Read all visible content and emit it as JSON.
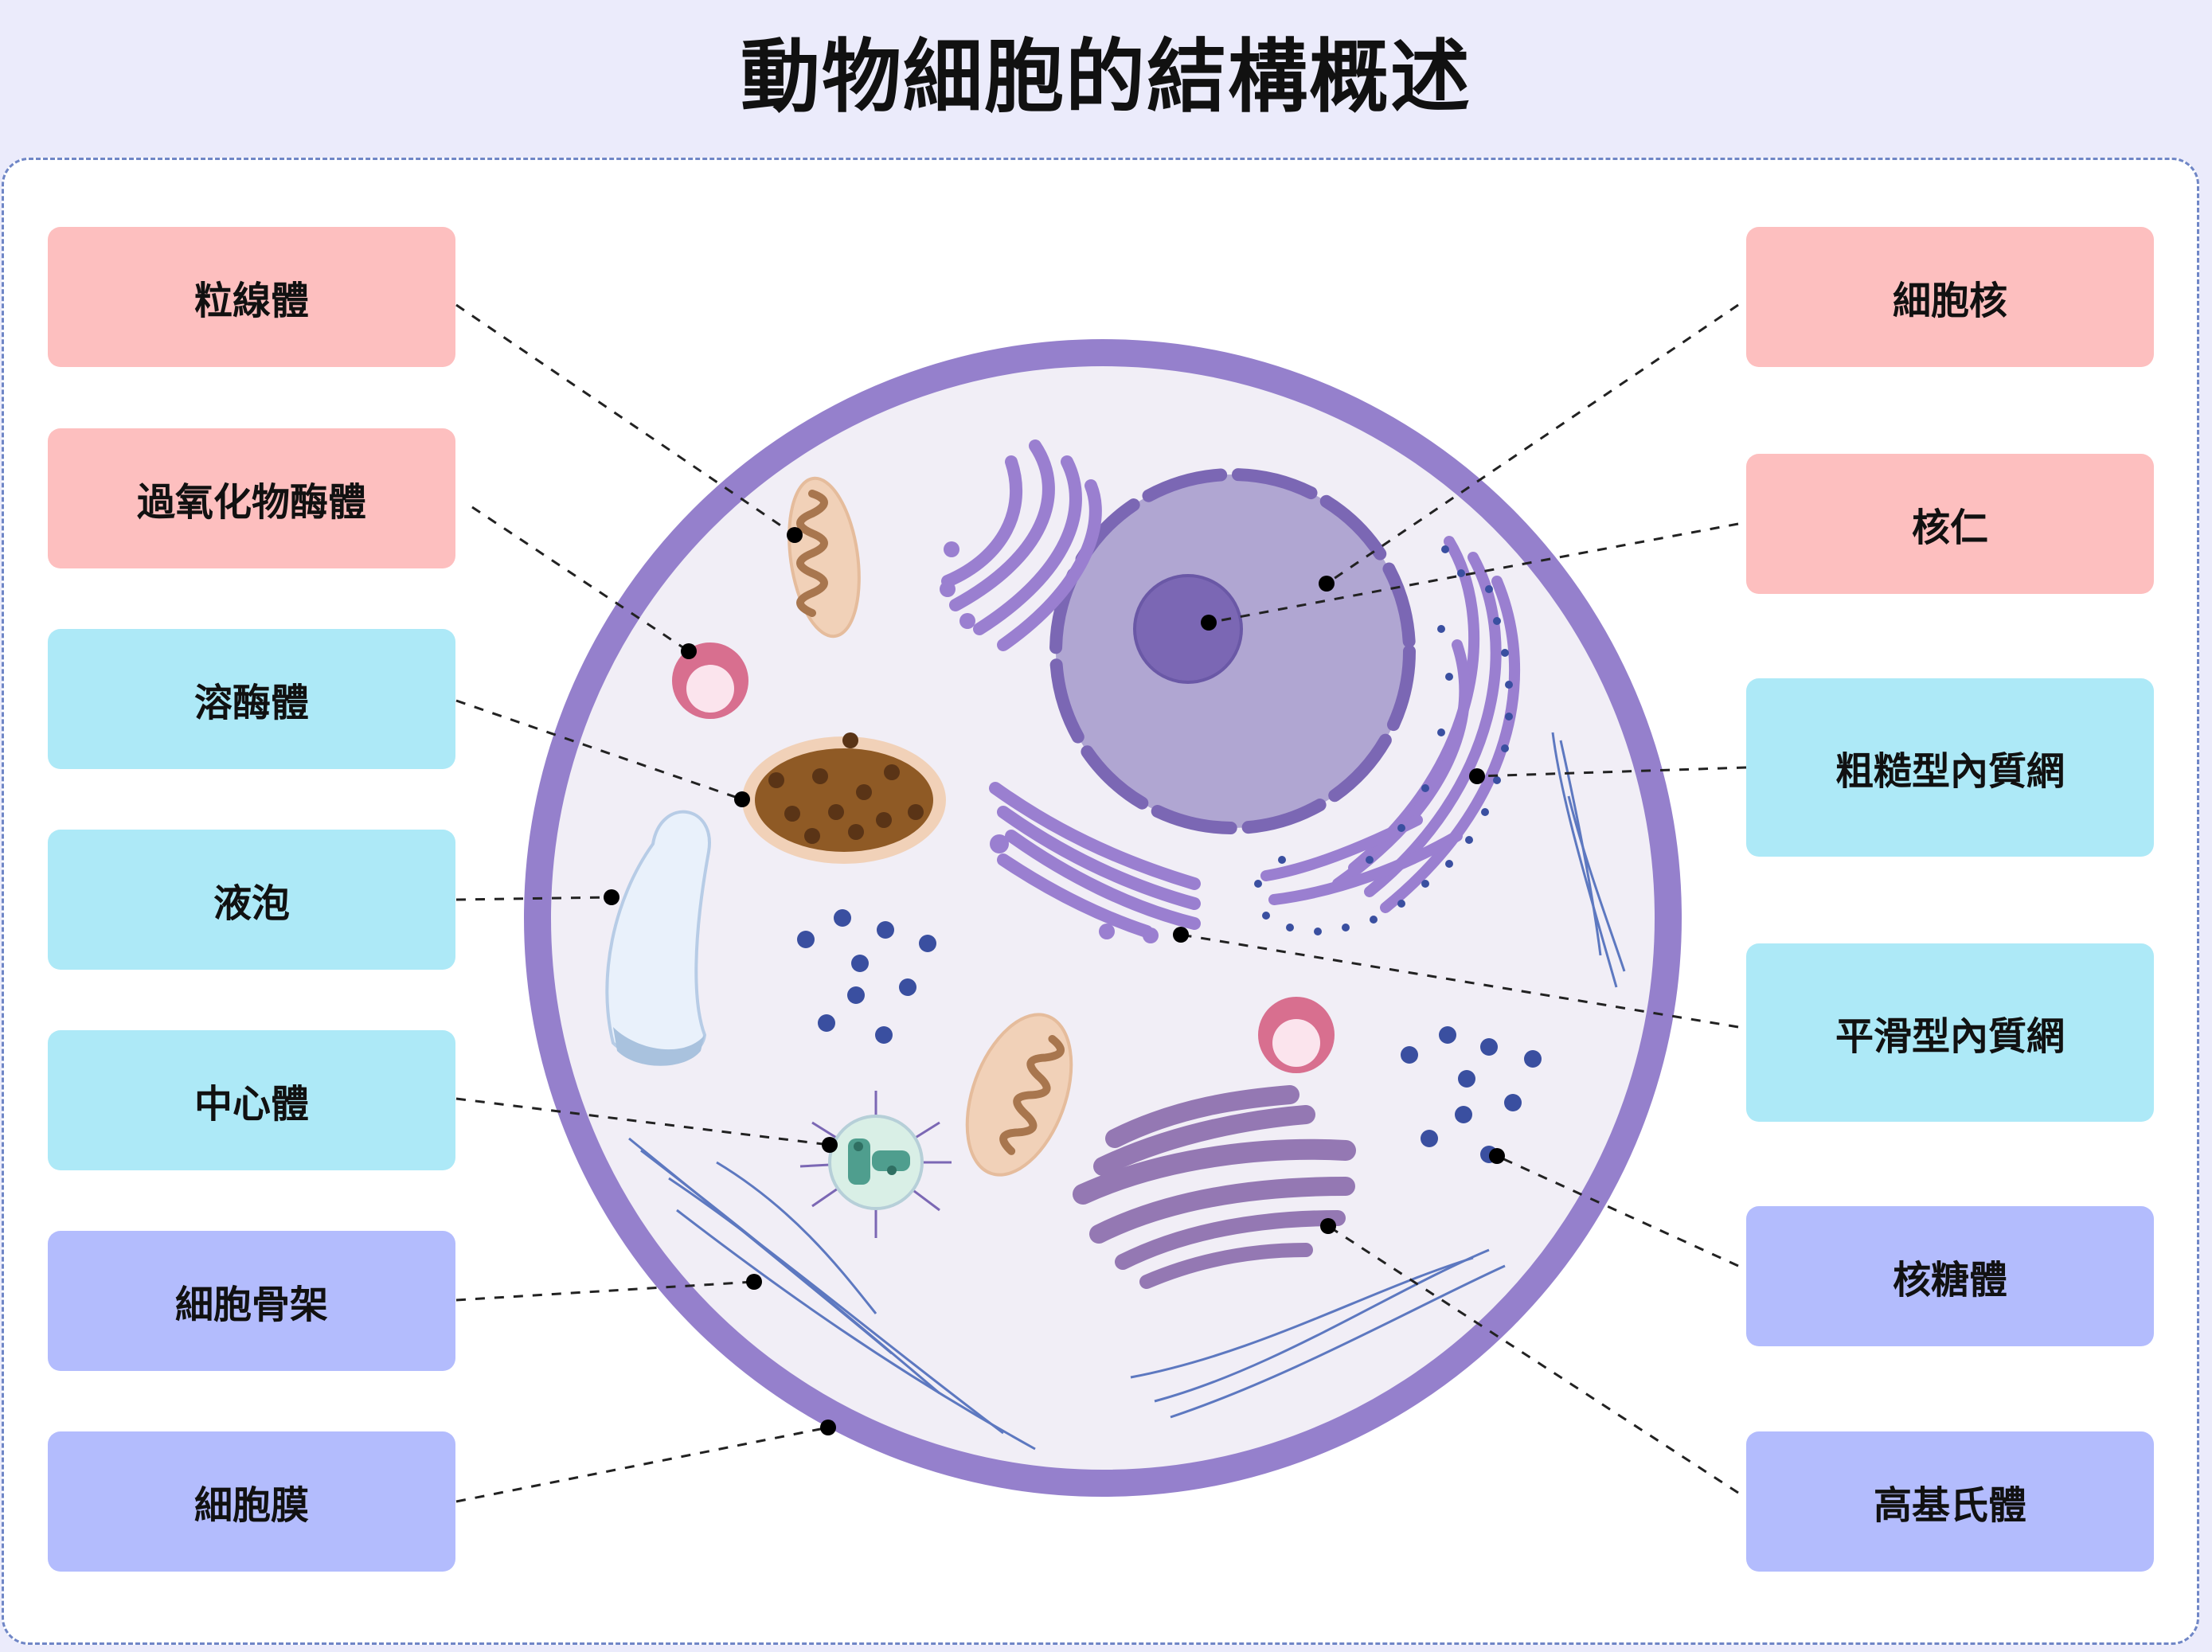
{
  "title": "動物細胞的結構概述",
  "labels": {
    "mitochondria": "粒線體",
    "peroxisome": "過氧化物酶體",
    "lysosome": "溶酶體",
    "vacuole": "液泡",
    "centrosome": "中心體",
    "cytoskeleton": "細胞骨架",
    "cell_membrane": "細胞膜",
    "nucleus": "細胞核",
    "nucleolus": "核仁",
    "rough_er": "粗糙型內質網",
    "smooth_er": "平滑型內質網",
    "ribosome": "核糖體",
    "golgi": "高基氏體"
  },
  "colors": {
    "pink_label": "#fdbfbf",
    "cyan_label": "#ade9f7",
    "blue_label": "#b3bcfd",
    "membrane": "#9580cc",
    "cytoplasm": "#f1eef6",
    "nucleus": "#b0a6d2",
    "nucleolus": "#7b67b4",
    "er": "#9a7fd0",
    "golgi": "#9478b3",
    "ribosome": "#3a4fa0",
    "cytoskeleton": "#5d78c0",
    "mitochondria": "#f1d1b8",
    "lysosome": "#8f5a25"
  }
}
